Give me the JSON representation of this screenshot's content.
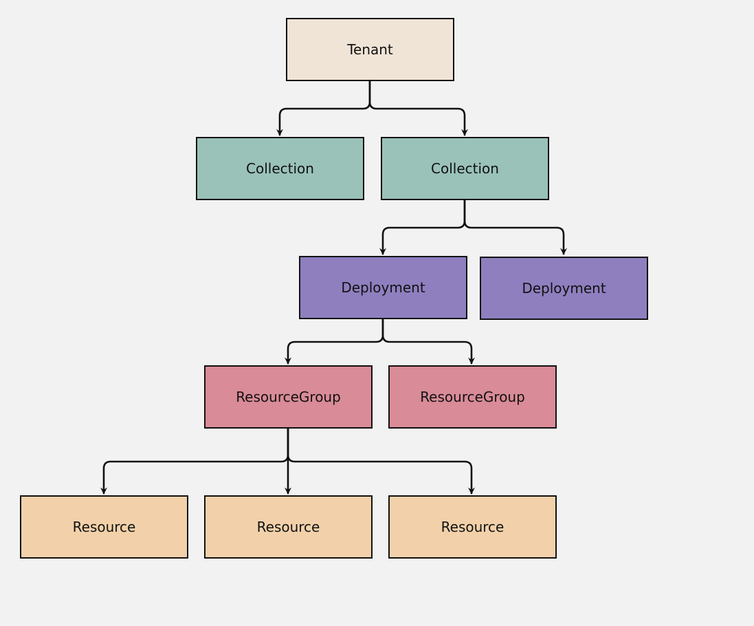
{
  "diagram": {
    "nodes": [
      {
        "id": "tenant",
        "label": "Tenant",
        "kind": "tenant"
      },
      {
        "id": "collection-1",
        "label": "Collection",
        "kind": "collection"
      },
      {
        "id": "collection-2",
        "label": "Collection",
        "kind": "collection"
      },
      {
        "id": "deployment-1",
        "label": "Deployment",
        "kind": "deployment"
      },
      {
        "id": "deployment-2",
        "label": "Deployment",
        "kind": "deployment"
      },
      {
        "id": "resourcegroup-1",
        "label": "ResourceGroup",
        "kind": "resourcegroup"
      },
      {
        "id": "resourcegroup-2",
        "label": "ResourceGroup",
        "kind": "resourcegroup"
      },
      {
        "id": "resource-1",
        "label": "Resource",
        "kind": "resource"
      },
      {
        "id": "resource-2",
        "label": "Resource",
        "kind": "resource"
      },
      {
        "id": "resource-3",
        "label": "Resource",
        "kind": "resource"
      }
    ],
    "edges": [
      {
        "from": "tenant",
        "to": "collection-1"
      },
      {
        "from": "tenant",
        "to": "collection-2"
      },
      {
        "from": "collection-2",
        "to": "deployment-1"
      },
      {
        "from": "collection-2",
        "to": "deployment-2"
      },
      {
        "from": "deployment-1",
        "to": "resourcegroup-1"
      },
      {
        "from": "deployment-1",
        "to": "resourcegroup-2"
      },
      {
        "from": "resourcegroup-1",
        "to": "resource-1"
      },
      {
        "from": "resourcegroup-1",
        "to": "resource-2"
      },
      {
        "from": "resourcegroup-1",
        "to": "resource-3"
      }
    ],
    "colors": {
      "background": "#f2f2f2",
      "border": "#111111",
      "tenant": "#f0e4d7",
      "collection": "#9ac2b9",
      "deployment": "#8f7fbf",
      "resourcegroup": "#d98b97",
      "resource": "#f2d1aa"
    }
  }
}
